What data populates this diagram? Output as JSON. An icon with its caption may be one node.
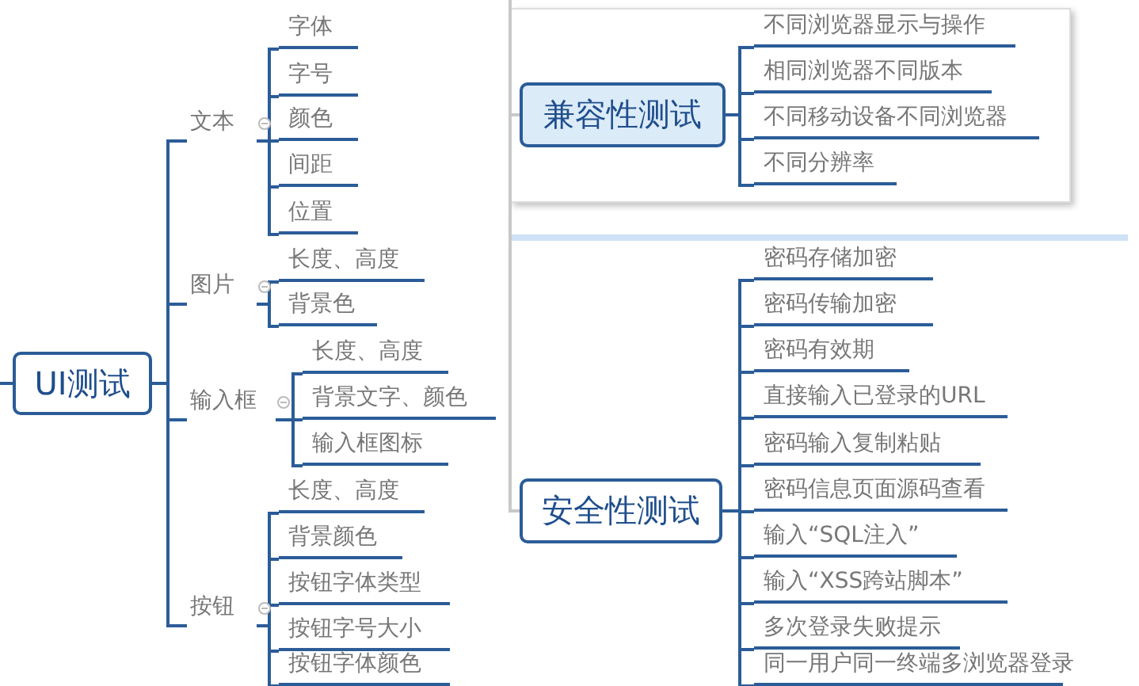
{
  "diagram": {
    "nodes": [
      {
        "text": [
          "UI测试"
        ]
      },
      {
        "text": [
          "文本"
        ]
      },
      {
        "text": [
          "字体"
        ]
      },
      {
        "text": [
          "字号"
        ]
      },
      {
        "text": [
          "颜色"
        ]
      },
      {
        "text": [
          "间距"
        ]
      },
      {
        "text": [
          "位置"
        ]
      },
      {
        "text": [
          "图片"
        ]
      },
      {
        "text": [
          "长度、高度"
        ]
      },
      {
        "text": [
          "背景色"
        ]
      },
      {
        "text": [
          "输入框"
        ]
      },
      {
        "text": [
          "长度、高度"
        ]
      },
      {
        "text": [
          "背景文字、颜色"
        ]
      },
      {
        "text": [
          "输入框图标"
        ]
      },
      {
        "text": [
          "按钮"
        ]
      },
      {
        "text": [
          "长度、高度"
        ]
      },
      {
        "text": [
          "背景颜色"
        ]
      },
      {
        "text": [
          "按钮字体类型"
        ]
      },
      {
        "text": [
          "按钮字号大小"
        ]
      },
      {
        "text": [
          "按钮字体颜色"
        ]
      },
      {
        "text": [
          "兼容性测试"
        ]
      },
      {
        "text": [
          "不同浏览器显示与操作"
        ]
      },
      {
        "text": [
          "相同浏览器不同版本"
        ]
      },
      {
        "text": [
          "不同移动设备不同浏览器"
        ]
      },
      {
        "text": [
          "不同分辨率"
        ]
      },
      {
        "text": [
          "安全性测试"
        ]
      },
      {
        "text": [
          "密码存储加密"
        ]
      },
      {
        "text": [
          "密码传输加密"
        ]
      },
      {
        "text": [
          "密码有效期"
        ]
      },
      {
        "text": [
          "直接输入已登录的URL"
        ]
      },
      {
        "text": [
          "密码输入复制粘贴"
        ]
      },
      {
        "text": [
          "密码信息页面源码查看"
        ]
      },
      {
        "text": [
          "输入“SQL注入”"
        ]
      },
      {
        "text": [
          "输入“XSS跨站脚本”"
        ]
      },
      {
        "text": [
          "多次登录失败提示"
        ]
      },
      {
        "text": [
          "同一用户同一终端多浏览器登录"
        ]
      }
    ],
    "edges": [
      {
        "from": null,
        "to": 0,
        "arrow": "none"
      },
      {
        "from": 0,
        "to": 1,
        "arrow": "none"
      },
      {
        "from": 1,
        "to": 2,
        "arrow": "none"
      },
      {
        "from": 1,
        "to": 3,
        "arrow": "none"
      },
      {
        "from": 1,
        "to": 4,
        "arrow": "none"
      },
      {
        "from": 1,
        "to": 5,
        "arrow": "none"
      },
      {
        "from": 1,
        "to": 6,
        "arrow": "none"
      },
      {
        "from": 0,
        "to": 7,
        "arrow": "none"
      },
      {
        "from": 7,
        "to": 8,
        "arrow": "none"
      },
      {
        "from": 7,
        "to": 9,
        "arrow": "none"
      },
      {
        "from": 0,
        "to": 10,
        "arrow": "none"
      },
      {
        "from": 10,
        "to": 11,
        "arrow": "none"
      },
      {
        "from": 10,
        "to": 12,
        "arrow": "none"
      },
      {
        "from": 10,
        "to": 13,
        "arrow": "none"
      },
      {
        "from": 0,
        "to": 14,
        "arrow": "none"
      },
      {
        "from": 14,
        "to": 15,
        "arrow": "none"
      },
      {
        "from": 14,
        "to": 16,
        "arrow": "none"
      },
      {
        "from": 14,
        "to": 17,
        "arrow": "none"
      },
      {
        "from": 14,
        "to": 18,
        "arrow": "none"
      },
      {
        "from": 14,
        "to": 19,
        "arrow": "none"
      },
      {
        "from": null,
        "to": 20,
        "arrow": "none",
        "color": "#c8c8c8"
      },
      {
        "from": 20,
        "to": 21,
        "arrow": "none"
      },
      {
        "from": 20,
        "to": 22,
        "arrow": "none"
      },
      {
        "from": 20,
        "to": 23,
        "arrow": "none"
      },
      {
        "from": 20,
        "to": 24,
        "arrow": "none"
      },
      {
        "from": null,
        "to": 25,
        "arrow": "none",
        "color": "#c8c8c8"
      },
      {
        "from": 25,
        "to": 26,
        "arrow": "none"
      },
      {
        "from": 25,
        "to": 27,
        "arrow": "none"
      },
      {
        "from": 25,
        "to": 28,
        "arrow": "none"
      },
      {
        "from": 25,
        "to": 29,
        "arrow": "none"
      },
      {
        "from": 25,
        "to": 30,
        "arrow": "none"
      },
      {
        "from": 25,
        "to": 31,
        "arrow": "none"
      },
      {
        "from": 25,
        "to": 32,
        "arrow": "none"
      },
      {
        "from": 25,
        "to": 33,
        "arrow": "none"
      },
      {
        "from": 25,
        "to": 34,
        "arrow": "none"
      },
      {
        "from": 25,
        "to": 35,
        "arrow": "none"
      }
    ]
  }
}
